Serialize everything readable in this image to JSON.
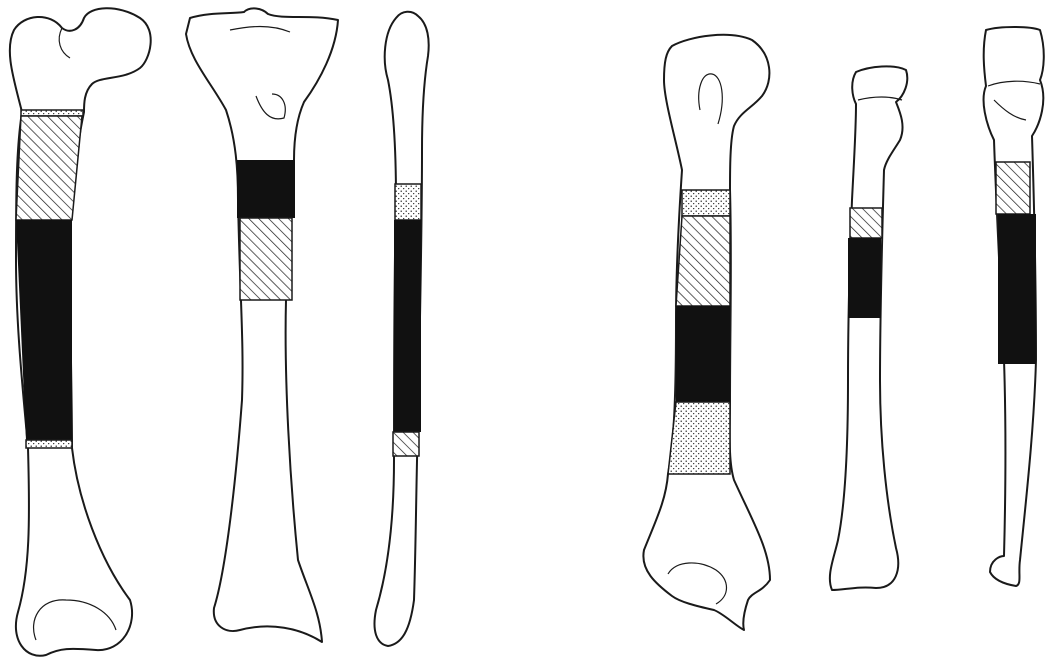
{
  "figure": {
    "kind": "anatomical line drawing of six long bones with shaded shaft zones",
    "colors": {
      "background": "#ffffff",
      "ink": "#1a1a1a",
      "solid": "#111111"
    },
    "band_patterns": [
      "solid",
      "hatched",
      "stippled"
    ],
    "bones": [
      {
        "id": "femur",
        "zones": [
          "stippled",
          "hatched",
          "solid",
          "stippled"
        ]
      },
      {
        "id": "tibia",
        "zones": [
          "solid",
          "hatched"
        ]
      },
      {
        "id": "fibula",
        "zones": [
          "stippled",
          "solid",
          "hatched"
        ]
      },
      {
        "id": "humerus",
        "zones": [
          "stippled",
          "hatched",
          "solid",
          "stippled"
        ]
      },
      {
        "id": "radius",
        "zones": [
          "hatched",
          "solid"
        ]
      },
      {
        "id": "ulna",
        "zones": [
          "hatched",
          "solid"
        ]
      }
    ]
  }
}
